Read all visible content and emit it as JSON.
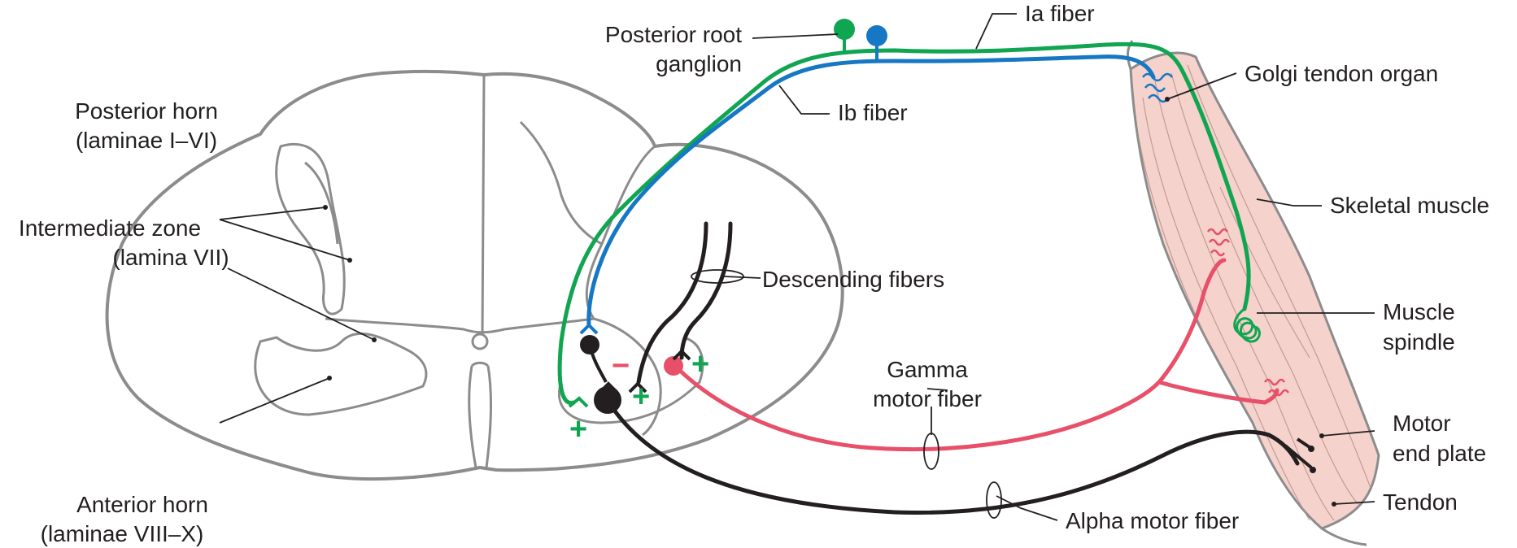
{
  "labels": {
    "posterior_root_ganglion": [
      "Posterior root",
      "ganglion"
    ],
    "ia_fiber": "Ia fiber",
    "ib_fiber": "Ib fiber",
    "golgi_tendon_organ": "Golgi tendon organ",
    "skeletal_muscle": "Skeletal muscle",
    "muscle_spindle": [
      "Muscle",
      "spindle"
    ],
    "motor_end_plate": [
      "Motor",
      "end plate"
    ],
    "tendon": "Tendon",
    "alpha_motor_fiber": "Alpha motor fiber",
    "gamma_motor_fiber": [
      "Gamma",
      "motor fiber"
    ],
    "descending_fibers": "Descending fibers",
    "posterior_horn": [
      "Posterior horn",
      "(laminae I–VI)"
    ],
    "intermediate_zone": [
      "Intermediate zone",
      "(lamina VII)"
    ],
    "anterior_horn": [
      "Anterior horn",
      "(laminae VIII–X)"
    ]
  },
  "signs": {
    "plus": "+",
    "minus": "−"
  },
  "colors": {
    "ia_fiber": "#10a550",
    "ib_fiber": "#1677c4",
    "gamma_fiber": "#e8506a",
    "alpha_fiber": "#231f20",
    "cord_outline": "#8c8c8c",
    "muscle_fill": "#f5d2cb",
    "excitatory": "#10a550",
    "inhibitory": "#e8506a"
  }
}
